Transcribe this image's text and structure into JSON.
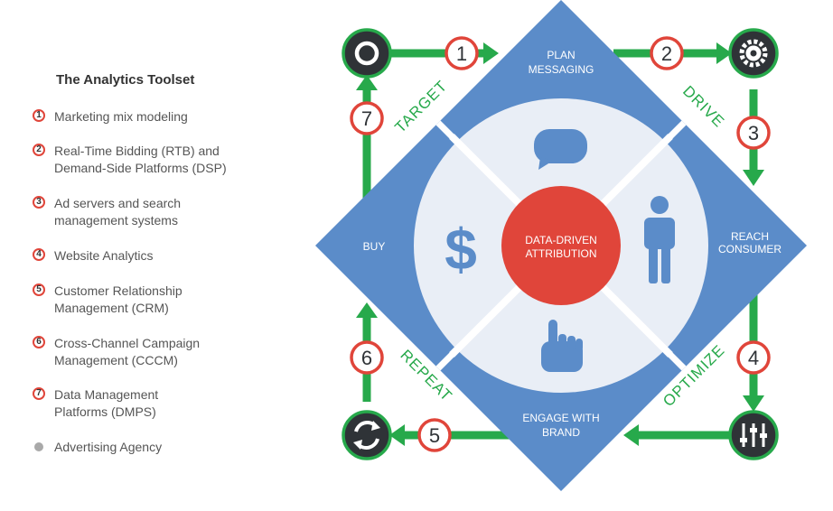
{
  "legend": {
    "title": "The Analytics Toolset",
    "items": [
      {
        "badge": "1",
        "text": "Marketing mix modeling"
      },
      {
        "badge": "2",
        "text": "Real-Time Bidding (RTB) and\nDemand-Side Platforms (DSP)"
      },
      {
        "badge": "3",
        "text": "Ad servers and search\nmanagement systems"
      },
      {
        "badge": "4",
        "text": "Website Analytics"
      },
      {
        "badge": "5",
        "text": "Customer Relationship\nManagement (CRM)"
      },
      {
        "badge": "6",
        "text": "Cross-Channel Campaign\nManagement (CCCM)"
      },
      {
        "badge": "7",
        "text": "Data Management\nPlatforms (DMPS)"
      },
      {
        "badge": "",
        "text": "Advertising Agency"
      }
    ]
  },
  "diagram": {
    "center": {
      "line1": "DATA-DRIVEN",
      "line2": "ATTRIBUTION"
    },
    "sections": {
      "top": {
        "line1": "PLAN",
        "line2": "MESSAGING"
      },
      "right": {
        "line1": "REACH",
        "line2": "CONSUMER"
      },
      "bottom": {
        "line1": "ENGAGE WITH",
        "line2": "BRAND"
      },
      "left": {
        "line1": "BUY",
        "line2": ""
      }
    },
    "stage_labels": {
      "target": "TARGET",
      "drive": "DRIVE",
      "optimize": "OPTIMIZE",
      "repeat": "REPEAT"
    },
    "step_numbers": [
      "1",
      "2",
      "3",
      "4",
      "5",
      "6",
      "7"
    ],
    "corner_icons": [
      "target-icon",
      "gear-icon",
      "sliders-icon",
      "cycle-icon"
    ],
    "colors": {
      "blue": "#5b8cc9",
      "green": "#27a94b",
      "red": "#e0453a",
      "dark": "#2f3337",
      "center_bg": "#e9eef6"
    }
  }
}
